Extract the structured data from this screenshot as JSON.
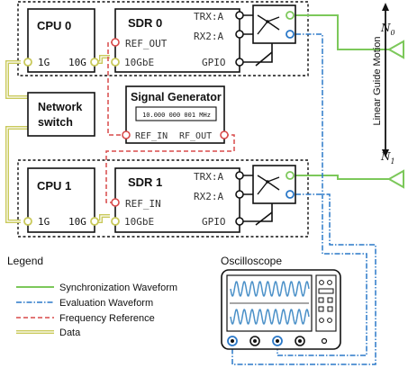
{
  "cpu0": {
    "title": "CPU 0",
    "port_1g": "1G",
    "port_10g": "10G"
  },
  "cpu1": {
    "title": "CPU 1",
    "port_1g": "1G",
    "port_10g": "10G"
  },
  "sdr0": {
    "title": "SDR 0",
    "trx": "TRX:A",
    "rx2": "RX2:A",
    "gpio": "GPIO",
    "ref": "REF_OUT",
    "eth": "10GbE"
  },
  "sdr1": {
    "title": "SDR 1",
    "trx": "TRX:A",
    "rx2": "RX2:A",
    "gpio": "GPIO",
    "ref": "REF_IN",
    "eth": "10GbE"
  },
  "switch": {
    "line1": "Network",
    "line2": "switch"
  },
  "siggen": {
    "title": "Signal Generator",
    "display": "10.000 000 001 MHz",
    "ref_in": "REF_IN",
    "rf_out": "RF_OUT"
  },
  "guide": {
    "label": "Linear Guide Motion",
    "n0": "N",
    "n0_sub": "0",
    "n1": "N",
    "n1_sub": "1"
  },
  "oscilloscope": {
    "title": "Oscilloscope"
  },
  "legend": {
    "title": "Legend",
    "items": [
      {
        "label": "Synchronization Waveform",
        "color": "#7cc85a"
      },
      {
        "label": "Evaluation Waveform",
        "color": "#2a78c8"
      },
      {
        "label": "Frequency Reference",
        "color": "#d94a4a"
      },
      {
        "label": "Data",
        "color": "#c9c95a"
      }
    ]
  }
}
